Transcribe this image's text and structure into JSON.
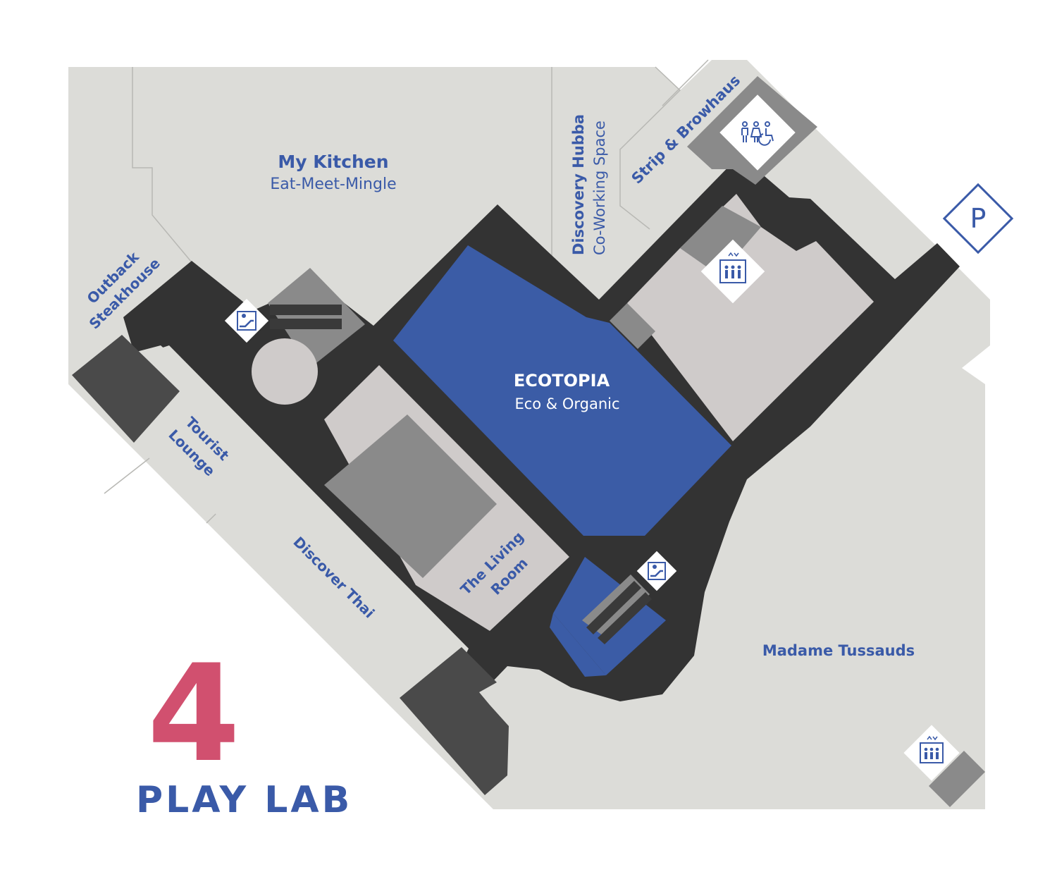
{
  "floor": {
    "number": "4",
    "name": "PLAY LAB"
  },
  "colors": {
    "shop": "#dcdcd8",
    "corridor": "#333333",
    "feature": "#3b5ca6",
    "highlight_text": "#3a5aa8",
    "floor_number": "#d1506f",
    "service": "#8a8a8a",
    "atrium": "#cfcbca"
  },
  "zones": {
    "my_kitchen": {
      "name": "My Kitchen",
      "subtitle": "Eat-Meet-Mingle"
    },
    "discovery_hubba": {
      "name": "Discovery Hubba",
      "subtitle": "Co-Working Space"
    },
    "strip_browhaus": {
      "name": "Strip & Browhaus"
    },
    "outback": {
      "line1": "Outback",
      "line2": "Steakhouse"
    },
    "tourist_lounge": {
      "line1": "Tourist",
      "line2": "Lounge"
    },
    "discover_thai": {
      "name": "Discover Thai"
    },
    "living_room": {
      "line1": "The Living",
      "line2": "Room"
    },
    "ecotopia": {
      "name": "ECOTOPIA",
      "subtitle": "Eco & Organic"
    },
    "madame_tussauds": {
      "name": "Madame Tussauds"
    }
  },
  "amenities": [
    {
      "type": "escalator",
      "icon": "escalator-icon"
    },
    {
      "type": "escalator",
      "icon": "escalator-icon"
    },
    {
      "type": "elevator",
      "icon": "elevator-icon"
    },
    {
      "type": "elevator",
      "icon": "elevator-icon"
    },
    {
      "type": "restroom",
      "icon": "restroom-icon"
    },
    {
      "type": "parking",
      "icon": "parking-icon",
      "label": "P"
    }
  ]
}
